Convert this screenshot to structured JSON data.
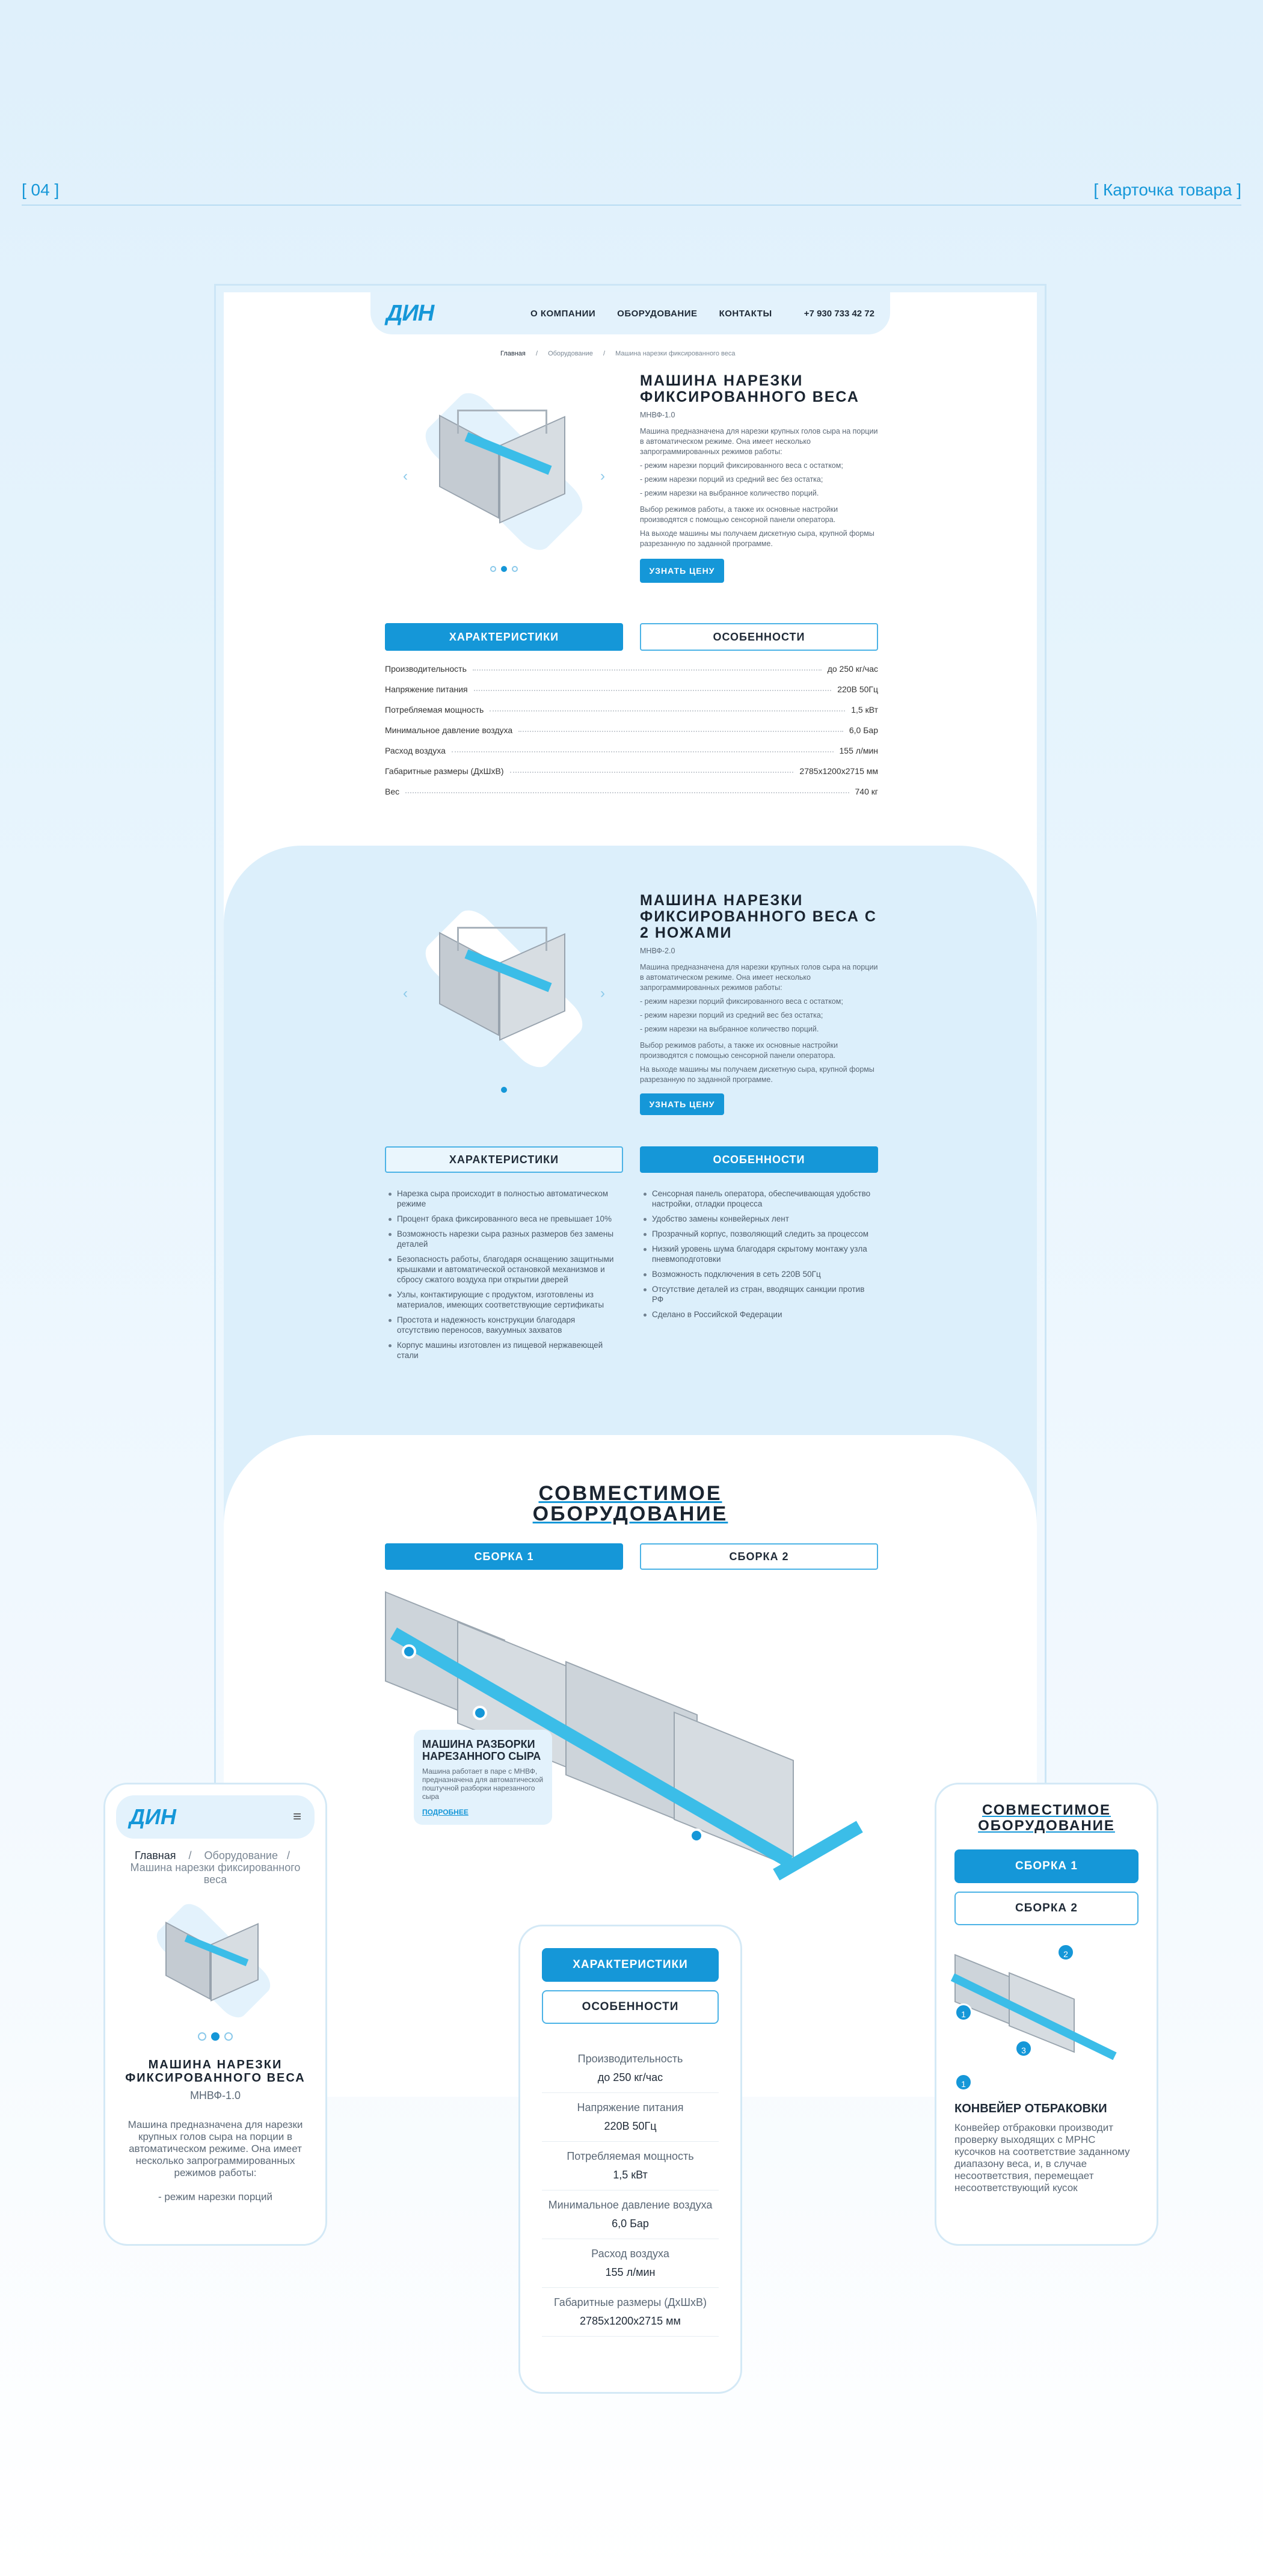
{
  "section_label": "[ 04 ]",
  "section_title": "[ Карточка товара ]",
  "logo": "ДИН",
  "nav": {
    "items": [
      "О КОМПАНИИ",
      "ОБОРУДОВАНИЕ",
      "КОНТАКТЫ"
    ],
    "phone": "+7 930 733 42 72"
  },
  "breadcrumb": {
    "home": "Главная",
    "sep": "/",
    "category": "Оборудование",
    "current": "Машина нарезки фиксированного веса"
  },
  "product1": {
    "title": "Машина нарезки фиксированного веса",
    "model": "МНВФ-1.0",
    "intro": "Машина предназначена для нарезки крупных голов сыра на порции в автоматическом режиме. Она имеет несколько запрограммированных режимов работы:",
    "modes": [
      "- режим нарезки порций фиксированного веса с остатком;",
      "- режим нарезки порций из средний вес без остатка;",
      "- режим нарезки на выбранное количество порций."
    ],
    "p2": "Выбор режимов работы, а также их основные настройки производятся с помощью сенсорной панели оператора.",
    "p3": "На выходе машины мы получаем дискетную сыра, крупной формы разрезанную по заданной программе.",
    "cta": "УЗНАТЬ ЦЕНУ",
    "tab_specs": "ХАРАКТЕРИСТИКИ",
    "tab_features": "ОСОБЕННОСТИ",
    "specs": [
      {
        "k": "Производительность",
        "v": "до 250 кг/час"
      },
      {
        "k": "Напряжение питания",
        "v": "220В 50Гц"
      },
      {
        "k": "Потребляемая мощность",
        "v": "1,5 кВт"
      },
      {
        "k": "Минимальное давление воздуха",
        "v": "6,0 Бар"
      },
      {
        "k": "Расход воздуха",
        "v": "155 л/мин"
      },
      {
        "k": "Габаритные размеры (ДхШхВ)",
        "v": "2785x1200x2715 мм"
      },
      {
        "k": "Вес",
        "v": "740 кг"
      }
    ]
  },
  "product2": {
    "title": "Машина нарезки фиксированного веса с 2 ножами",
    "model": "МНВФ-2.0",
    "intro": "Машина предназначена для нарезки крупных голов сыра на порции в автоматическом режиме. Она имеет несколько запрограммированных режимов работы:",
    "modes": [
      "- режим нарезки порций фиксированного веса с остатком;",
      "- режим нарезки порций из средний вес без остатка;",
      "- режим нарезки на выбранное количество порций."
    ],
    "p2": "Выбор режимов работы, а также их основные настройки производятся с помощью сенсорной панели оператора.",
    "p3": "На выходе машины мы получаем дискетную сыра, крупной формы разрезанную по заданной программе.",
    "cta": "УЗНАТЬ ЦЕНУ",
    "tab_specs": "ХАРАКТЕРИСТИКИ",
    "tab_features": "ОСОБЕННОСТИ",
    "specs_list": [
      "Нарезка сыра происходит в полностью автоматическом режиме",
      "Процент брака фиксированного веса не превышает 10%",
      "Возможность нарезки сыра разных размеров без замены деталей",
      "Безопасность работы, благодаря оснащению защитными крышками и автоматической остановкой механизмов и сбросу сжатого воздуха при открытии дверей",
      "Узлы, контактирующие с продуктом, изготовлены из материалов, имеющих соответствующие сертификаты",
      "Простота и надежность конструкции благодаря отсутствию переносов, вакуумных захватов",
      "Корпус машины изготовлен из пищевой нержавеющей стали"
    ],
    "features_list": [
      "Сенсорная панель оператора, обеспечивающая удобство настройки, отладки процесса",
      "Удобство замены конвейерных лент",
      "Прозрачный корпус, позволяющий следить за процессом",
      "Низкий уровень шума благодаря скрытому монтажу узла пневмоподготовки",
      "Возможность подключения в сеть 220В 50Гц",
      "Отсутствие деталей из стран, вводящих санкции против РФ",
      "Сделано в Российской Федерации"
    ]
  },
  "compat": {
    "title": "Совместимое оборудование",
    "tab1": "СБОРКА 1",
    "tab2": "СБОРКА 2",
    "card_title": "Машина разборки нарезанного сыра",
    "card_text": "Машина работает в паре с МНВФ, предназначена для автоматической поштучной разборки нарезанного сыра",
    "card_link": "ПОДРОБНЕЕ"
  },
  "mobile_left": {
    "breadcrumb_home": "Главная",
    "breadcrumb_sep": "/",
    "breadcrumb_cat": "Оборудование",
    "breadcrumb_sep2": "/",
    "breadcrumb_cur": "Машина нарезки фиксированного веса",
    "title": "Машина нарезки фиксированного веса",
    "model": "МНВФ-1.0",
    "text": "Машина предназначена для нарезки крупных голов сыра на порции в автоматическом режиме. Она имеет несколько запрограммированных режимов работы:",
    "more": "- режим нарезки порций"
  },
  "mobile_center": {
    "tab_specs": "ХАРАКТЕРИСТИКИ",
    "tab_features": "ОСОБЕННОСТИ",
    "specs": [
      {
        "k": "Производительность",
        "v": "до 250 кг/час"
      },
      {
        "k": "Напряжение питания",
        "v": "220В 50Гц"
      },
      {
        "k": "Потребляемая мощность",
        "v": "1,5 кВт"
      },
      {
        "k": "Минимальное давление воздуха",
        "v": "6,0 Бар"
      },
      {
        "k": "Расход воздуха",
        "v": "155 л/мин"
      },
      {
        "k": "Габаритные размеры (ДхШхВ)",
        "v": "2785x1200x2715 мм"
      }
    ]
  },
  "mobile_right": {
    "title": "Совместимое оборудование",
    "tab1": "СБОРКА 1",
    "tab2": "СБОРКА 2",
    "markers": [
      "1",
      "2",
      "3",
      "1"
    ],
    "card_title": "Конвейер отбраковки",
    "card_text": "Конвейер отбраковки производит проверку выходящих с МРНС кусочков на соответствие заданному диапазону веса, и, в случае несоответствия, перемещает несоответствующий кусок"
  },
  "colors": {
    "accent": "#1597d8",
    "light": "#e3f2fc",
    "text": "#1f2a37"
  }
}
